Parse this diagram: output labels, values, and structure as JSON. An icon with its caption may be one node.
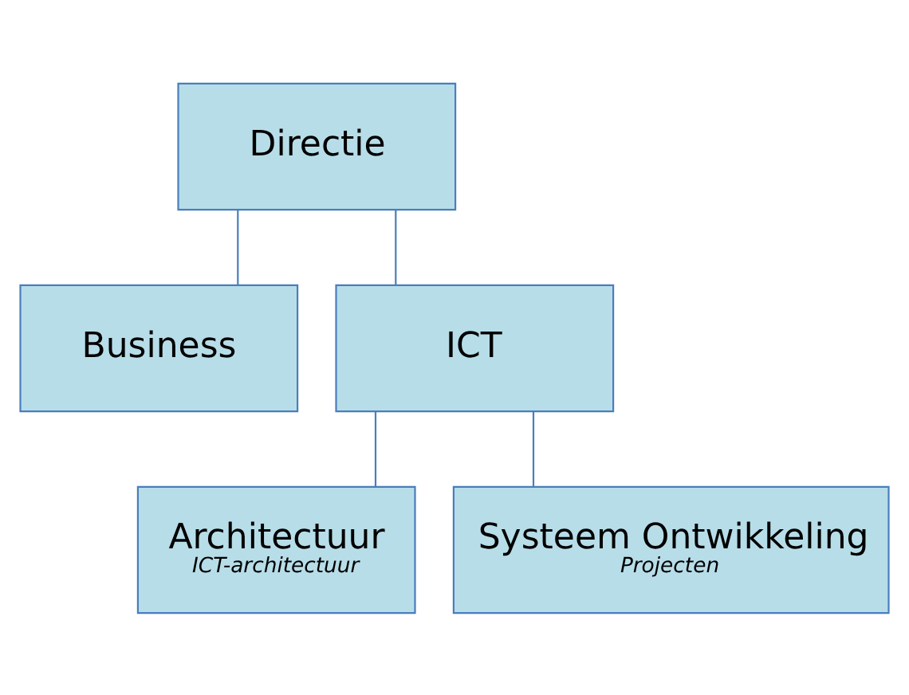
{
  "diagram": {
    "nodes": [
      {
        "text": [
          "Directie"
        ]
      },
      {
        "text": [
          "Business"
        ]
      },
      {
        "text": [
          "ICT"
        ]
      },
      {
        "text": [
          "Architectuur",
          "ICT-architectuur"
        ]
      },
      {
        "text": [
          "Systeem Ontwikkeling",
          "Projecten"
        ]
      }
    ],
    "edges": [
      {
        "from": 0,
        "to": 1,
        "arrow": "none"
      },
      {
        "from": 0,
        "to": 2,
        "arrow": "none"
      },
      {
        "from": 2,
        "to": 3,
        "arrow": "none"
      },
      {
        "from": 2,
        "to": 4,
        "arrow": "none"
      }
    ]
  }
}
